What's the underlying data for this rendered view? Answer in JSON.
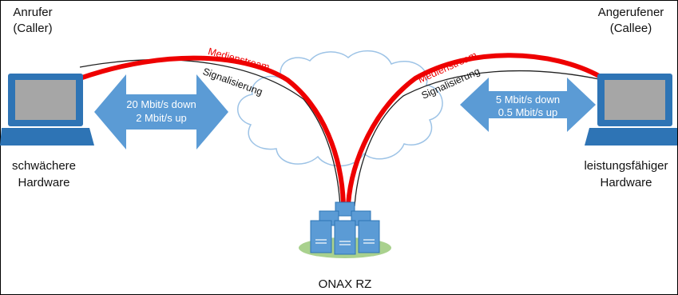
{
  "caller": {
    "title": "Anrufer",
    "subtitle": "(Caller)",
    "hardware_line1": "schwächere",
    "hardware_line2": "Hardware"
  },
  "callee": {
    "title": "Angerufener",
    "subtitle": "(Callee)",
    "hardware_line1": "leistungsfähiger",
    "hardware_line2": "Hardware"
  },
  "caller_link": {
    "down": "20 Mbit/s down",
    "up": "2 Mbit/s up"
  },
  "callee_link": {
    "down": "5 Mbit/s down",
    "up": "0.5 Mbit/s up"
  },
  "streams": {
    "media_label": "Medienstream",
    "signaling_label": "Signalisierung"
  },
  "datacenter": {
    "label": "ONAX RZ"
  },
  "colors": {
    "media_stream": "#ee0000",
    "signaling": "#222222",
    "laptop_frame": "#2e74b5",
    "laptop_screen": "#a6a6a6",
    "bandwidth_arrow": "#5b9bd5",
    "server": "#5b9bd5",
    "server_base": "#a9d18e",
    "cloud_outline": "#9dc3e6"
  },
  "icons": [
    "laptop-icon",
    "server-cluster-icon",
    "cloud-icon"
  ]
}
